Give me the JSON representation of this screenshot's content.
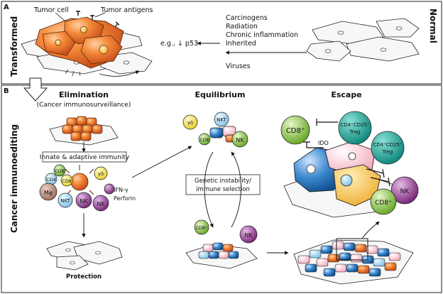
{
  "panel_a": {
    "letter": "A",
    "side_left": "Transformed",
    "side_right": "Normal",
    "tumor_cell": "Tumor cell",
    "tumor_antigens": "Tumor antigens",
    "causes": [
      "Carcinogens",
      "Radiation",
      "Chronic inflammation",
      "Inherited",
      "Viruses"
    ],
    "p53": "e.g., ↓ p53"
  },
  "panel_b": {
    "letter": "B",
    "side_left": "Cancer immunoediting",
    "elimination": "Elimination",
    "elimination_sub": "(Cancer immunosurveillance)",
    "equilibrium": "Equilibrium",
    "escape": "Escape",
    "innate_box": "Innate & adaptive immunity",
    "ifn": "IFN-γ",
    "perforin": "Perforin",
    "genetic_1": "Genetic instability/",
    "genetic_2": "immune selection",
    "protection": "Protection",
    "ido": "IDO"
  },
  "cells": {
    "cd8": "CD8",
    "cd8_plus": "CD8⁺",
    "cd4": "CD4",
    "nkt": "NKT",
    "nk": "NK",
    "mphi": "Mφ",
    "gd": "γδ",
    "treg_1": "CD4⁺CD25⁺",
    "treg_2": "Treg"
  },
  "colors": {
    "tumor_orange": "#f07a2a",
    "blue_cell": "#2f7fc0",
    "pink_cell": "#f2b8c6",
    "nk_purple": "#8e3a8e",
    "cd8_green": "#8cc63f",
    "treg_teal": "#1aa59a",
    "mphi_brown": "#b88a78",
    "gd_yellow": "#f6e64a",
    "nkt_lightblue": "#a9d8ef"
  }
}
